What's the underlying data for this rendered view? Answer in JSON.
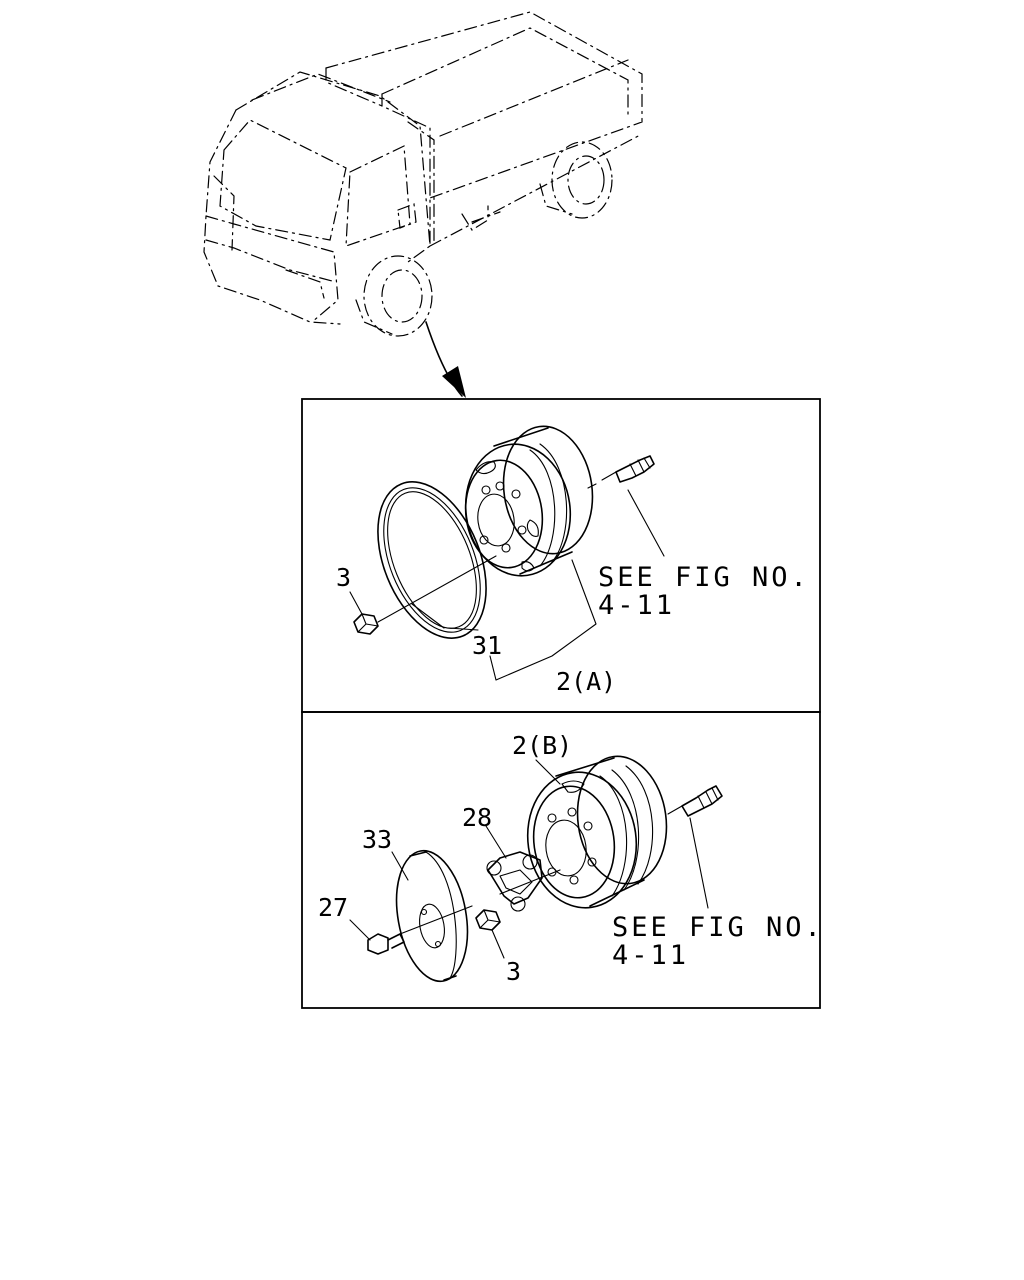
{
  "callouts": {
    "a_nut": "3",
    "a_ring": "31",
    "a_assembly": "2(A)",
    "a_see_fig_line1": "SEE FIG NO.",
    "a_see_fig_line2": "4-11",
    "b_assembly": "2(B)",
    "b_plate": "28",
    "b_disc": "33",
    "b_bolt": "27",
    "b_nut": "3",
    "b_see_fig_line1": "SEE FIG NO.",
    "b_see_fig_line2": "4-11"
  }
}
